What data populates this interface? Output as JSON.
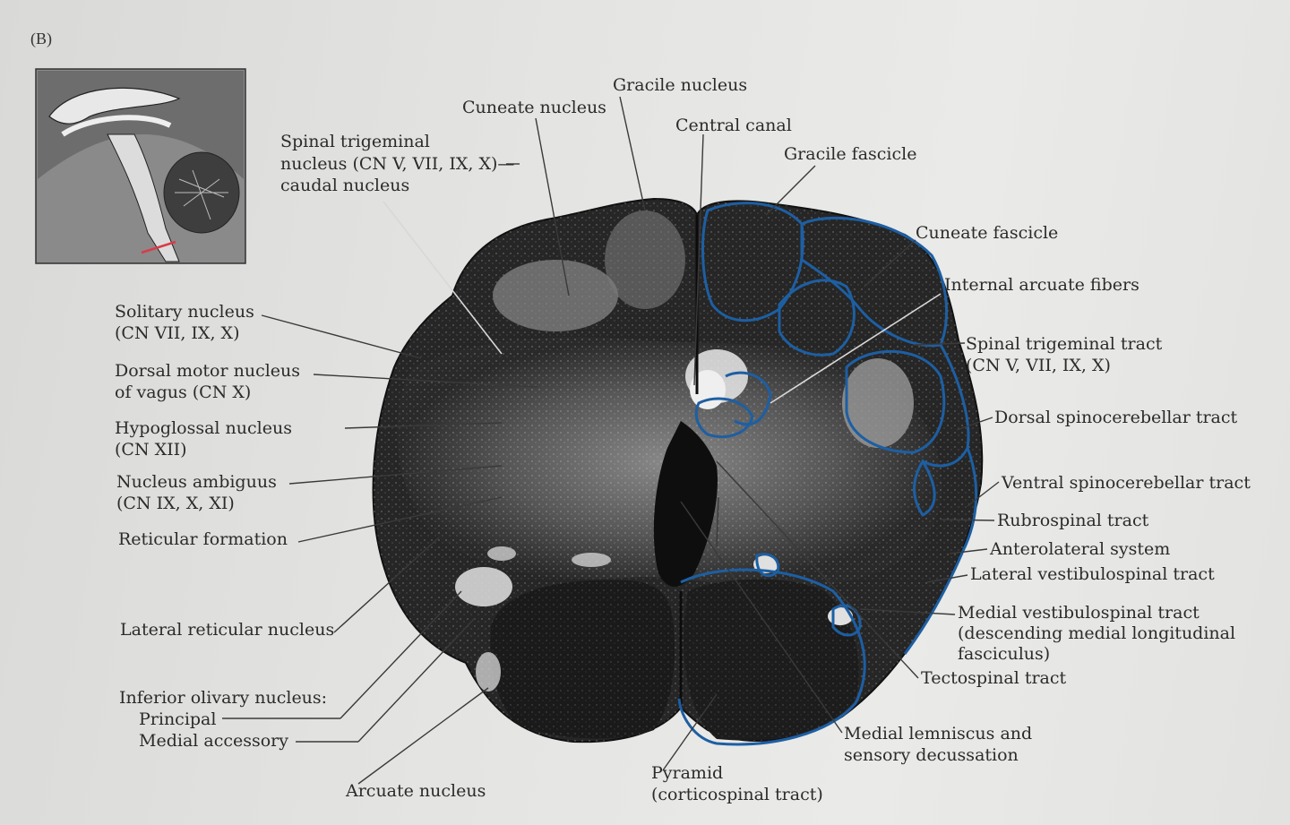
{
  "panel_letter": "(B)",
  "labels": {
    "gracile_nucleus": "Gracile nucleus",
    "cuneate_nucleus": "Cuneate nucleus",
    "central_canal": "Central canal",
    "spinal_trigeminal_nucleus": [
      "Spinal trigeminal",
      "nucleus (CN V, VII, IX, X)—",
      "caudal nucleus"
    ],
    "gracile_fascicle": "Gracile fascicle",
    "cuneate_fascicle": "Cuneate fascicle",
    "internal_arcuate_fibers": "Internal arcuate fibers",
    "spinal_trigeminal_tract": [
      "Spinal trigeminal tract",
      "(CN V, VII, IX, X)"
    ],
    "solitary_nucleus": [
      "Solitary nucleus",
      "(CN VII, IX, X)"
    ],
    "dorsal_motor_nucleus": [
      "Dorsal motor nucleus",
      "of vagus (CN X)"
    ],
    "hypoglossal_nucleus": [
      "Hypoglossal nucleus",
      "(CN XII)"
    ],
    "nucleus_ambiguus": [
      "Nucleus ambiguus",
      "(CN IX, X, XI)"
    ],
    "reticular_formation": "Reticular formation",
    "dorsal_spinocerebellar_tract": "Dorsal spinocerebellar tract",
    "ventral_spinocerebellar_tract": "Ventral spinocerebellar tract",
    "rubrospinal_tract": "Rubrospinal tract",
    "anterolateral_system": "Anterolateral system",
    "lateral_vestibulospinal_tract": "Lateral vestibulospinal tract",
    "medial_vestibulospinal_tract": [
      "Medial vestibulospinal tract",
      "(descending medial longitudinal",
      "fasciculus)"
    ],
    "lateral_reticular_nucleus": "Lateral reticular nucleus",
    "tectospinal_tract": "Tectospinal tract",
    "inferior_olivary_nucleus": "Inferior olivary nucleus:",
    "principal": "Principal",
    "medial_accessory": "Medial accessory",
    "medial_lemniscus": [
      "Medial lemniscus and",
      "sensory decussation"
    ],
    "arcuate_nucleus": "Arcuate nucleus",
    "pyramid": [
      "Pyramid",
      "(corticospinal tract)"
    ]
  },
  "colors": {
    "tract_outline": "#1d5fa3",
    "section_section": "#1b1b1b",
    "inset_marker": "#d93b4a"
  }
}
